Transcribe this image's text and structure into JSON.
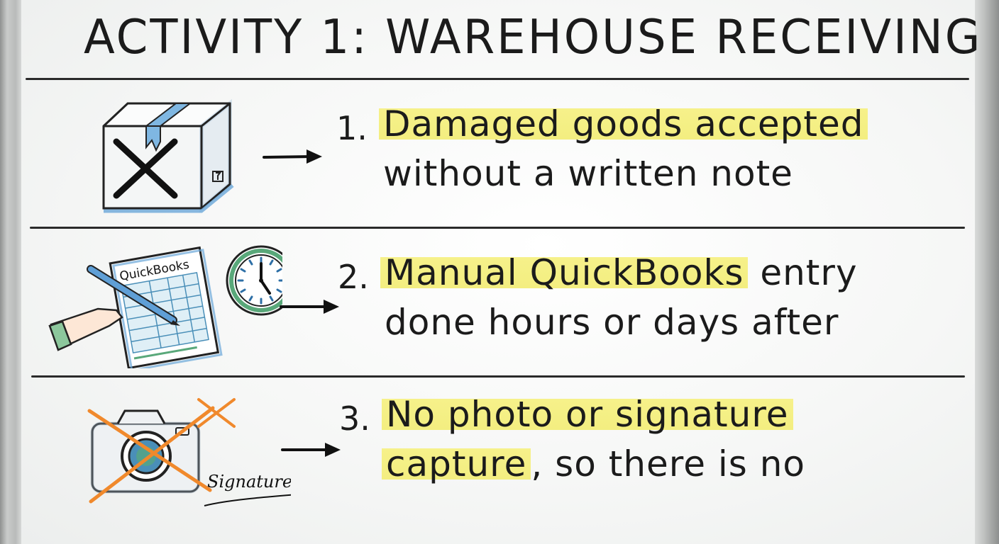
{
  "board": {
    "title": "ACTIVITY 1: WAREHOUSE RECEIVING"
  },
  "items": [
    {
      "number": "1.",
      "line1_highlight": "Damaged goods accepted",
      "line1_rest": "",
      "line2_highlight": "",
      "line2_rest": "without a written note",
      "icon": "damaged-box-icon"
    },
    {
      "number": "2.",
      "line1_highlight": "Manual QuickBooks",
      "line1_rest": " entry",
      "line2_highlight": "",
      "line2_rest": "done hours or days after",
      "icon": "quickbooks-ledger-clock-icon",
      "icon_label": "QuickBooks"
    },
    {
      "number": "3.",
      "line1_highlight": "No photo or signature",
      "line1_rest": "",
      "line2_highlight": "capture",
      "line2_rest": ", so there is no",
      "icon": "crossed-camera-signature-icon",
      "icon_label": "Signature"
    }
  ],
  "colors": {
    "ink": "#1b1b1b",
    "highlight": "#f4ef82",
    "accent_blue": "#6aa6d8",
    "accent_green": "#59a87a",
    "accent_orange": "#f0892c"
  }
}
